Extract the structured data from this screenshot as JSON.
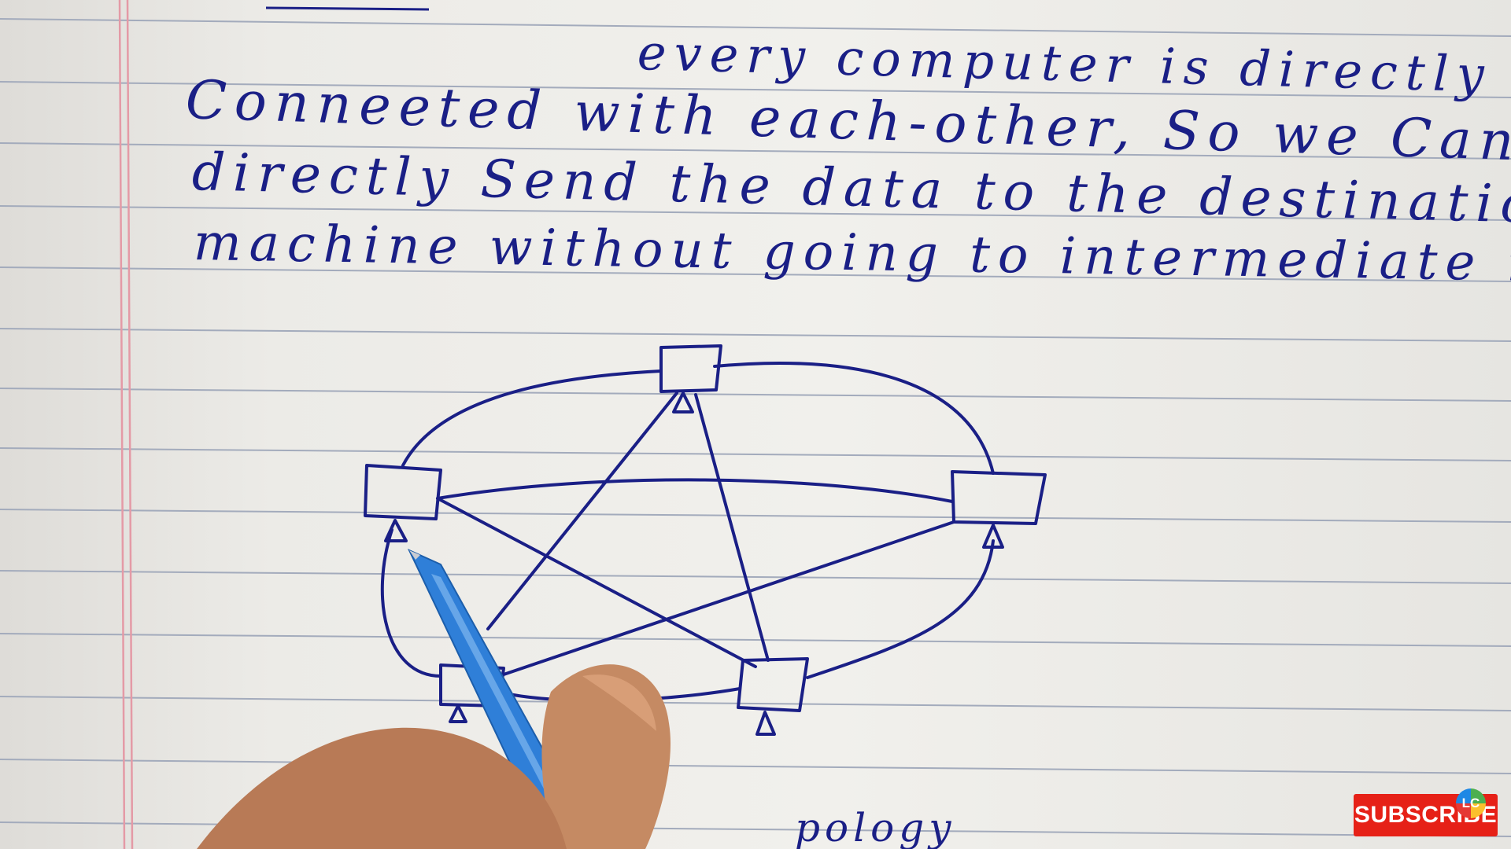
{
  "notes": {
    "lines": [
      "every computer is directly",
      "Conneeted with each-other, So we Can",
      "directly Send the data to the destination",
      "machine without going to intermediate machine."
    ],
    "caption": "pology"
  },
  "overlay": {
    "subscribe_label": "SUBSCRIBE",
    "channel_logo_text": "LC",
    "subscribe_color": "#e62117"
  },
  "colors": {
    "ink": "#1a1f86",
    "rule_lines": "#9aa3b5",
    "margin_line": "#e59aa6",
    "pen_barrel": "#2f7fd8"
  }
}
